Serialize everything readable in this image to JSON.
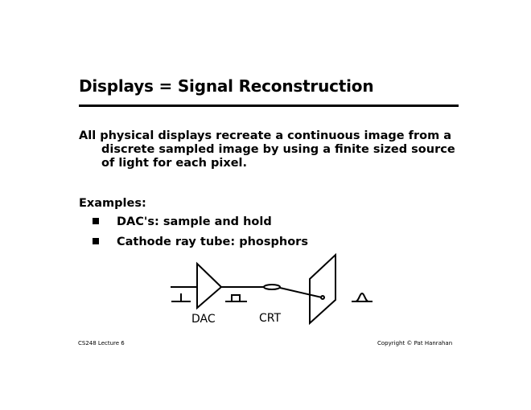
{
  "slide": {
    "title": "Displays = Signal Reconstruction",
    "paragraph": [
      "All physical displays recreate a continuous image from a",
      "discrete sampled image by using a finite sized source",
      "of light for each pixel."
    ],
    "examples_heading": "Examples:",
    "bullets": [
      "DAC's: sample and hold",
      "Cathode ray tube: phosphors"
    ],
    "diagram": {
      "dac_label": "DAC",
      "crt_label": "CRT"
    },
    "footer": {
      "left": "CS248 Lecture 6",
      "right": "Copyright © Pat Hanrahan"
    }
  }
}
